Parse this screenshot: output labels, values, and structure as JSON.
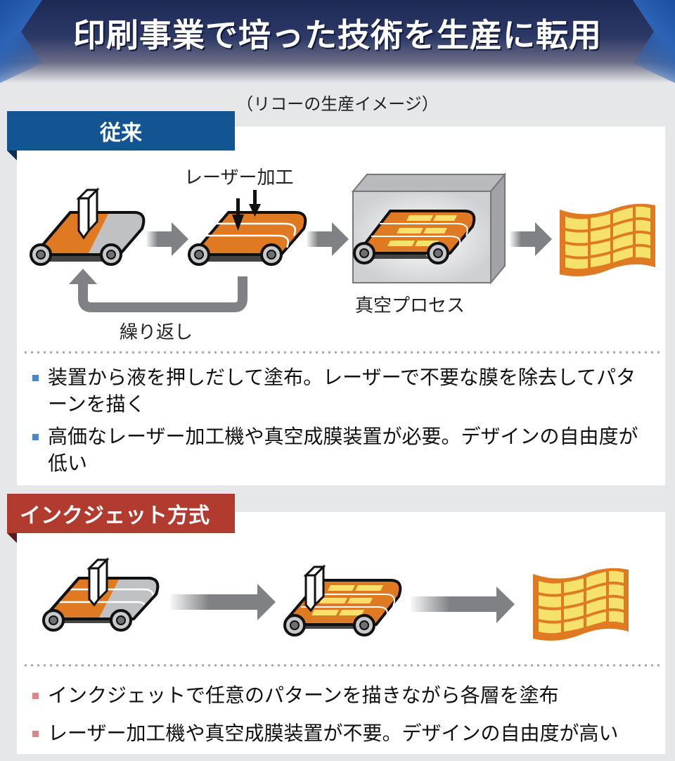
{
  "header": {
    "title": "印刷事業で培った技術を生産に転用"
  },
  "subtitle": "（リコーの生産イメージ）",
  "sections": [
    {
      "label": "従来",
      "color": "#125592",
      "diagram_labels": {
        "laser": "レーザー加工",
        "repeat": "繰り返し",
        "vacuum": "真空プロセス"
      },
      "bullets": [
        "装置から液を押しだして塗布。レーザーで不要な膜を除去してパターンを描く",
        "高価なレーザー加工機や真空成膜装置が必要。デザインの自由度が低い"
      ]
    },
    {
      "label": "インクジェット方式",
      "color": "#b23b30",
      "bullets": [
        "インクジェットで任意のパターンを描きながら各層を塗布",
        "レーザー加工機や真空成膜装置が不要。デザインの自由度が高い"
      ]
    }
  ],
  "colors": {
    "orange": "#e07a22",
    "yellow": "#f6e26a",
    "gray": "#7f8184"
  }
}
